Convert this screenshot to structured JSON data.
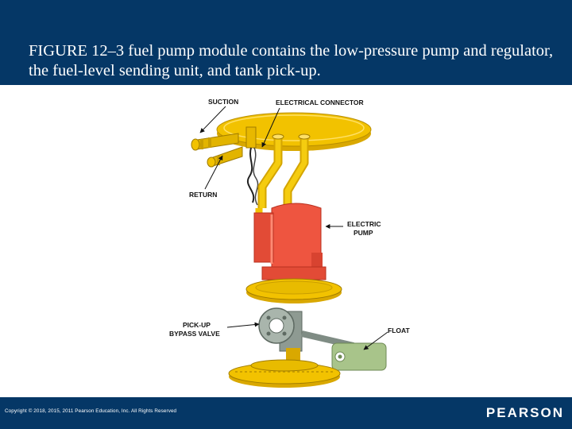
{
  "slide": {
    "title": "FIGURE 12–3 fuel pump module contains the low-pressure pump and regulator, the fuel-level sending unit, and tank pick-up."
  },
  "figure": {
    "labels": {
      "suction": "SUCTION",
      "electrical_connector": "ELECTRICAL CONNECTOR",
      "return": "RETURN",
      "electric_pump_line1": "ELECTRIC",
      "electric_pump_line2": "PUMP",
      "pickup_line1": "PICK-UP",
      "pickup_line2": "BYPASS VALVE",
      "float": "FLOAT"
    }
  },
  "footer": {
    "copyright": "Copyright © 2018, 2015, 2011 Pearson Education, Inc. All Rights Reserved",
    "logo": "PEARSON"
  },
  "colors": {
    "navy": "#053766",
    "yellow": "#f2c200",
    "pump_red": "#ee5540",
    "float_green": "#a8c48a",
    "valve_grey": "#9aa8a0"
  }
}
